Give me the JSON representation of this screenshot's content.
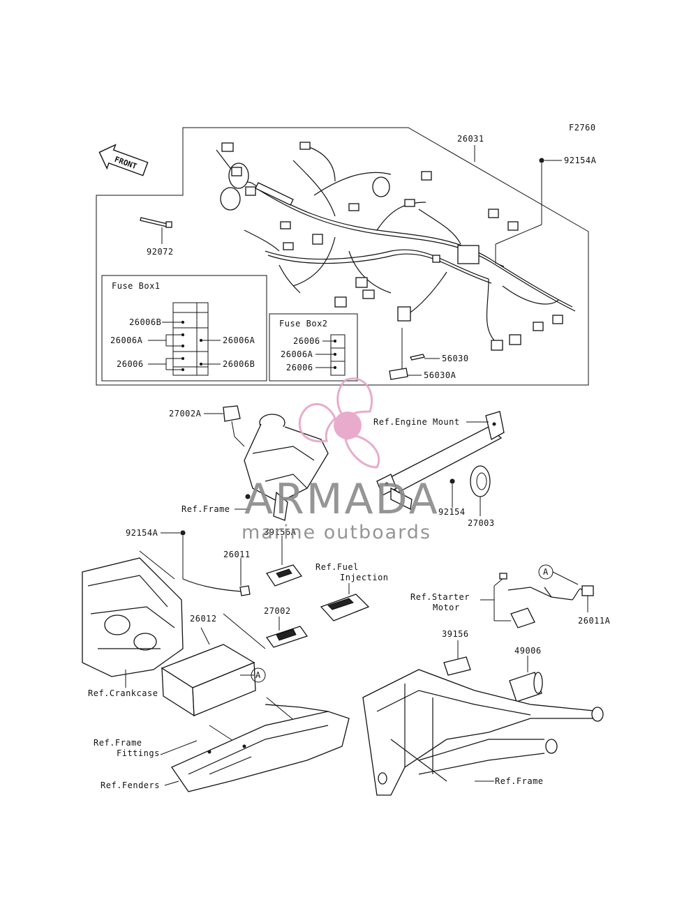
{
  "figure_code": "F2760",
  "front_label": "FRONT",
  "parts": {
    "p26031": "26031",
    "p92154A_top": "92154A",
    "p92072": "92072",
    "p56030": "56030",
    "p56030A": "56030A",
    "p27002A": "27002A",
    "p92154": "92154",
    "p27003": "27003",
    "p92154A_mid": "92154A",
    "p26011": "26011",
    "p39156A": "39156A",
    "p27002": "27002",
    "p26012": "26012",
    "p26011A": "26011A",
    "p39156": "39156",
    "p49006": "49006"
  },
  "fuse_box1": {
    "title": "Fuse Box1",
    "left": [
      "26006B",
      "26006A",
      "26006"
    ],
    "right": [
      "26006A",
      "26006B"
    ]
  },
  "fuse_box2": {
    "title": "Fuse Box2",
    "items": [
      "26006",
      "26006A",
      "26006"
    ]
  },
  "refs": {
    "engine_mount": "Ref.Engine Mount",
    "frame_mid": "Ref.Frame",
    "fuel_injection_1": "Ref.Fuel",
    "fuel_injection_2": "Injection",
    "starter_motor_1": "Ref.Starter",
    "starter_motor_2": "Motor",
    "crankcase": "Ref.Crankcase",
    "frame_fittings_1": "Ref.Frame",
    "frame_fittings_2": "Fittings",
    "fenders": "Ref.Fenders",
    "frame_bottom": "Ref.Frame"
  },
  "callout_a": "A",
  "watermark": {
    "brand": "ARMADA",
    "tagline": "marine outboards",
    "accent_color": "#e7a3c6"
  }
}
